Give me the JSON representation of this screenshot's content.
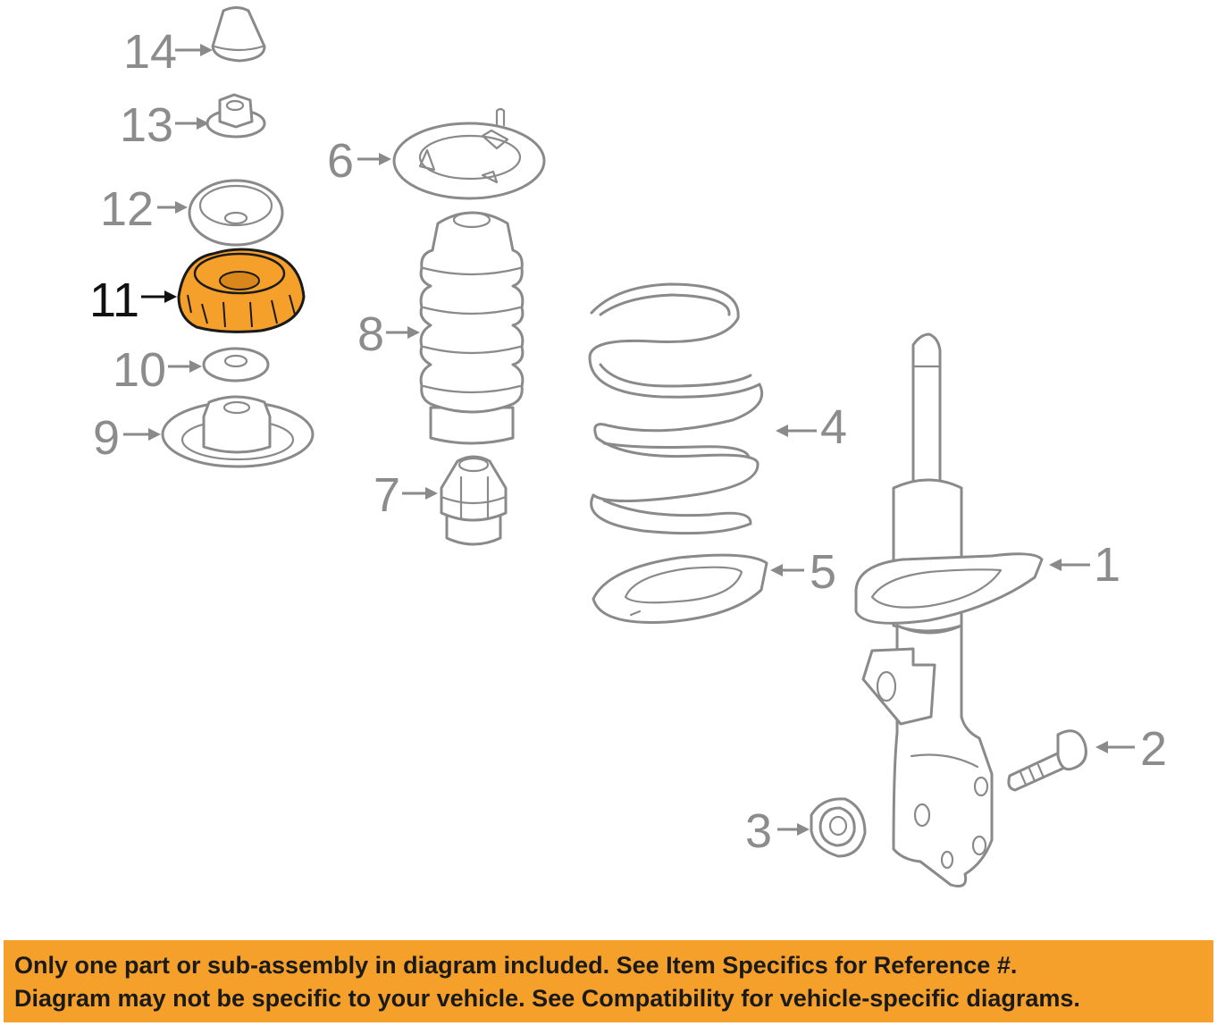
{
  "callouts": {
    "c1": "1",
    "c2": "2",
    "c3": "3",
    "c4": "4",
    "c5": "5",
    "c6": "6",
    "c7": "7",
    "c8": "8",
    "c9": "9",
    "c10": "10",
    "c11": "11",
    "c12": "12",
    "c13": "13",
    "c14": "14"
  },
  "highlighted_part": "11",
  "colors": {
    "highlight": "#f5a02a",
    "linework": "#8a8a8a",
    "notice_bg": "#f5a02a"
  },
  "notice": {
    "line1": "Only one part or sub-assembly in diagram included. See Item Specifics for Reference #.",
    "line2": "Diagram may not be specific to your vehicle. See Compatibility for vehicle-specific diagrams."
  }
}
